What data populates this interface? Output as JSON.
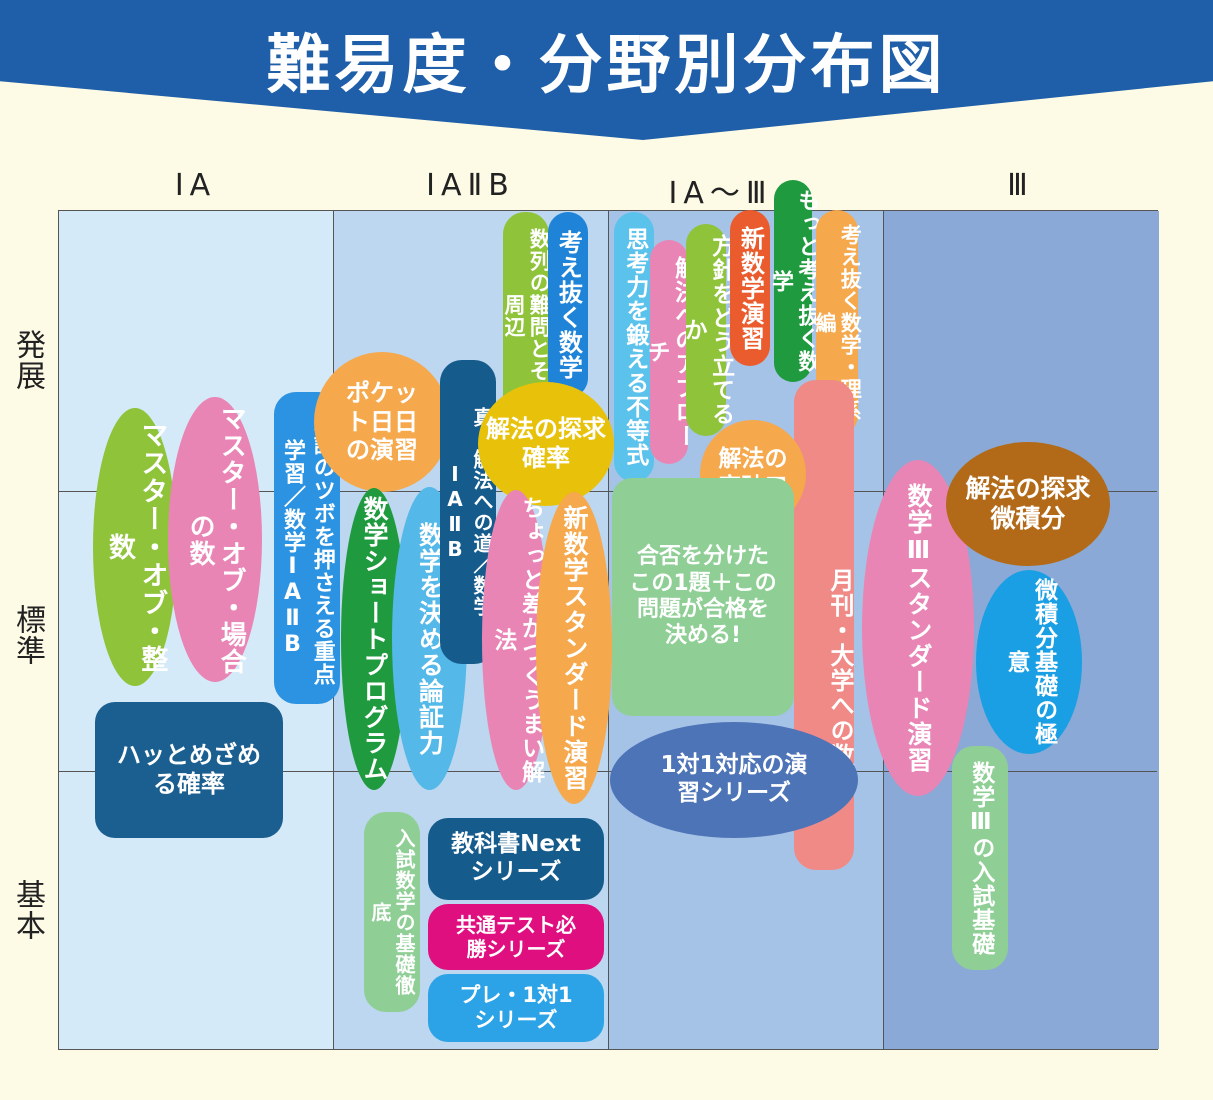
{
  "title": "難易度・分野別分布図",
  "columns": [
    "ⅠA",
    "ⅠAⅡB",
    "ⅠA〜Ⅲ",
    "Ⅲ"
  ],
  "rows": [
    "発展",
    "標準",
    "基本"
  ],
  "colors": {
    "banner": "#1f5ea8",
    "col1": "#d5eaf8",
    "col2": "#bcd7ef",
    "col3": "#a5c3e6",
    "col4": "#8aa9d6"
  },
  "books": {
    "master_seisu": "マスター・オブ・整数",
    "master_baai": "マスター・オブ・場合の数",
    "hatto": "ハッとめざめる確率",
    "nyushi_tsubo": "入試のツボを押さえる重点学習／数学ⅠAⅡB",
    "pocket": "ポケット日日の演習",
    "short_program": "数学ショートプログラム",
    "kimeru": "数学を決める論証力",
    "shin_kaiho": "真・解法への道／数学ⅠAⅡB",
    "suretsu": "数列の難問とその周辺",
    "kangaenuku": "考え抜く数学",
    "tankyu_kakuritsu": "解法の探求確率",
    "chotto": "ちょっと差がつくうまい解法",
    "shin_standard": "新数学スタンダード演習",
    "nyushi_kiso": "入試数学の基礎徹底",
    "kyokasho_next": "教科書Nextシリーズ",
    "kyotsu": "共通テスト必勝シリーズ",
    "pre_1tai1": "プレ・1対1シリーズ",
    "shikoryoku": "思考力を鍛える不等式",
    "kaiketsu": "解決へのアプローチ",
    "hoshin": "方針をどう立てるか",
    "shin_enshu": "新数学演習",
    "motto": "もっと考え抜く数学",
    "kangae_rikei": "考え抜く数学・理系編",
    "toppako": "解法の突破口",
    "gouhi": "合否を分けたこの1題＋この問題が合格を決める!",
    "gekkan": "月刊・大学への数学",
    "ichitai": "1対1対応の演習シリーズ",
    "s3_standard": "数学Ⅲスタンダード演習",
    "tankyu_bisekibun": "解法の探求微積分",
    "bisekibun_kiso": "微積分基礎の極意",
    "s3_nyushi": "数学Ⅲの入試基礎"
  }
}
